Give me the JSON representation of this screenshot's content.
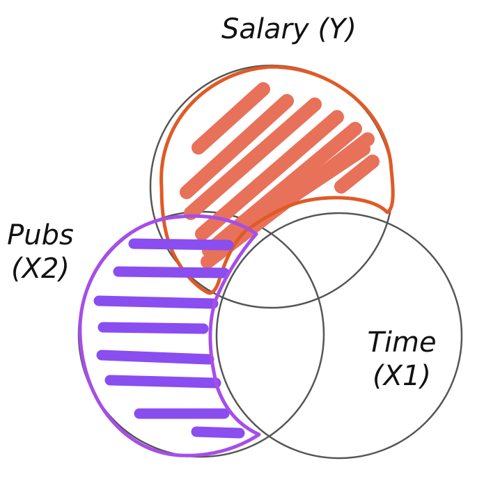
{
  "labels": {
    "salary": "Salary (Y)",
    "pubs_line1": "Pubs",
    "pubs_line2": "(X2)",
    "time_line1": "Time",
    "time_line2": "(X1)"
  },
  "colors": {
    "circle_outline": "#555555",
    "salary_outline": "#e05a26",
    "salary_hatch": "#e8715a",
    "pubs_outline": "#a64ee8",
    "pubs_hatch": "#8a4df0",
    "background": "#ffffff"
  }
}
